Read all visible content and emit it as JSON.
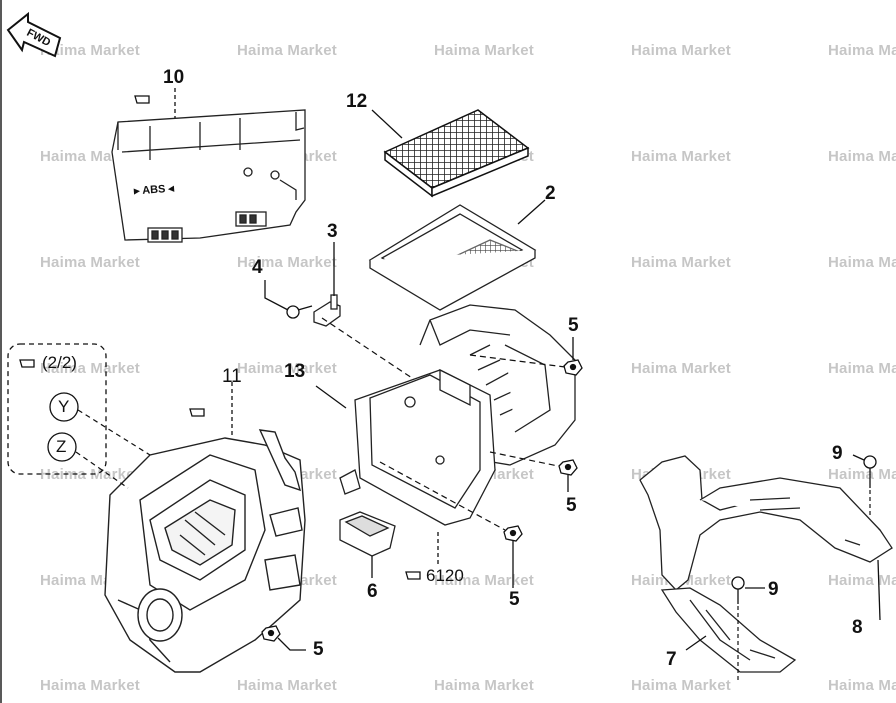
{
  "watermark": "Haima Market",
  "fwd_label": "FWD",
  "abs_label": "▸ ABS ◂",
  "callouts": {
    "c10": "10",
    "c12": "12",
    "c2": "2",
    "c3": "3",
    "c4": "4",
    "c5a": "5",
    "c5b": "5",
    "c5c": "5",
    "c5d": "5",
    "c13": "13",
    "c11": "11",
    "c6": "6",
    "c7": "7",
    "c8": "8",
    "c9a": "9",
    "c9b": "9"
  },
  "refs": {
    "page_ref": "(2/2)",
    "circle_y": "Y",
    "circle_z": "Z",
    "ref_6120": "6120"
  }
}
